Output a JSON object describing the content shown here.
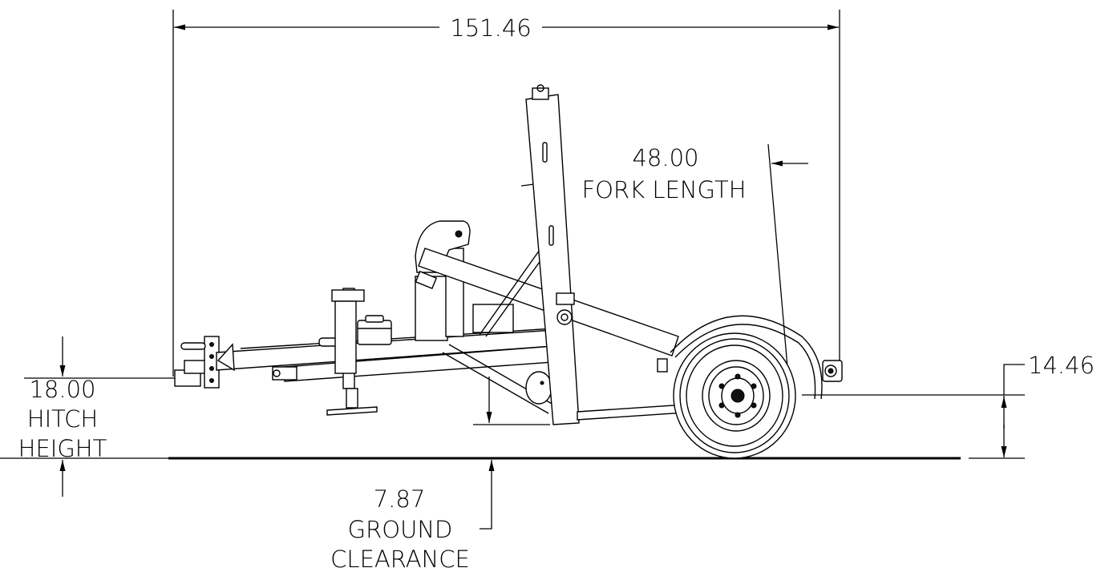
{
  "dimensions": {
    "overall_length": "151.46",
    "fork_length_value": "48.00",
    "fork_length_label": "FORK LENGTH",
    "hitch_height_value": "18.00",
    "hitch_height_label_1": "HITCH",
    "hitch_height_label_2": "HEIGHT",
    "rear_height_value": "14.46",
    "ground_clearance_value": "7.87",
    "ground_clearance_label_1": "GROUND",
    "ground_clearance_label_2": "CLEARANCE"
  }
}
